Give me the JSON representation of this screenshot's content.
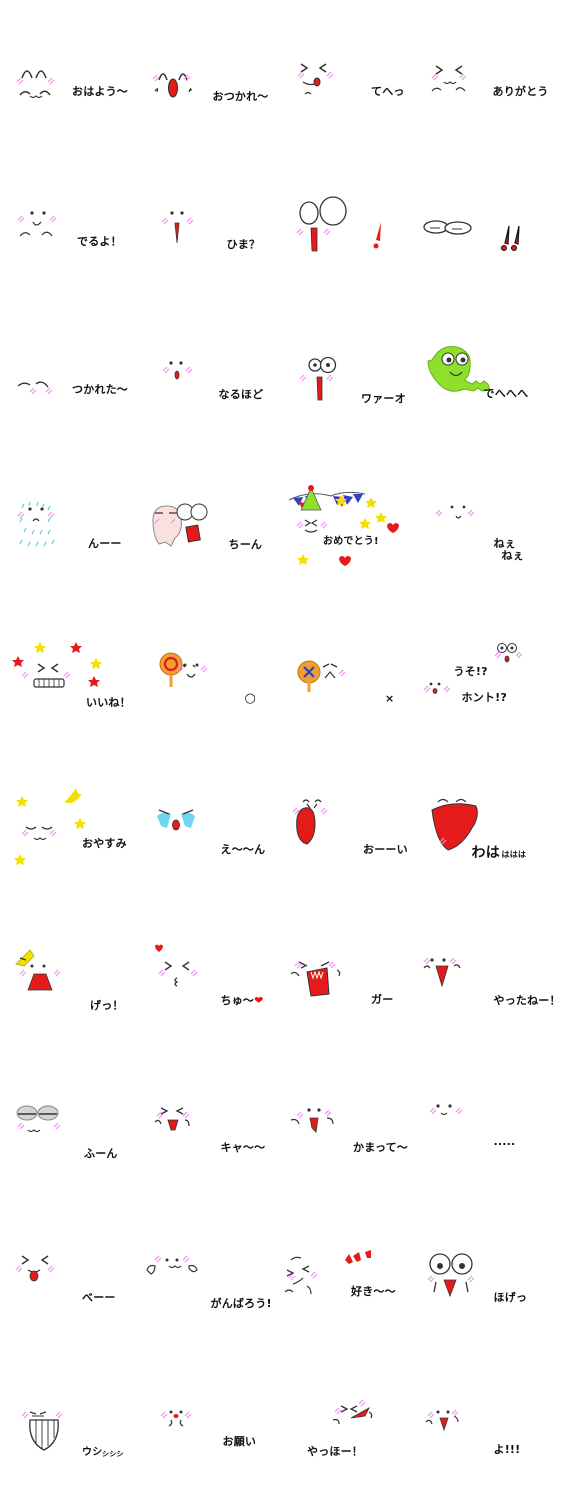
{
  "stickers": [
    {
      "id": 1,
      "caption": "おはよう〜"
    },
    {
      "id": 2,
      "caption": "おつかれ〜"
    },
    {
      "id": 3,
      "caption": "てへっ"
    },
    {
      "id": 4,
      "caption": "ありがとう"
    },
    {
      "id": 5,
      "caption": "でるよ！"
    },
    {
      "id": 6,
      "caption": "ひま？"
    },
    {
      "id": 7,
      "caption": "！"
    },
    {
      "id": 8,
      "caption": "!!"
    },
    {
      "id": 9,
      "caption": "つかれた〜"
    },
    {
      "id": 10,
      "caption": "なるほど"
    },
    {
      "id": 11,
      "caption": "ワァーオ"
    },
    {
      "id": 12,
      "caption": "でへへへ"
    },
    {
      "id": 13,
      "caption": "んーー"
    },
    {
      "id": 14,
      "caption": "ちーん"
    },
    {
      "id": 15,
      "caption": "おめでとう!"
    },
    {
      "id": 16,
      "caption_line1": "ねぇ",
      "caption_line2": "ねぇ"
    },
    {
      "id": 17,
      "caption": "いいね！"
    },
    {
      "id": 18,
      "caption": "○"
    },
    {
      "id": 19,
      "caption": "×"
    },
    {
      "id": 20,
      "caption_line1": "うそ!?",
      "caption_line2": "ホント!?"
    },
    {
      "id": 21,
      "caption": "おやすみ"
    },
    {
      "id": 22,
      "caption": "え〜〜ん"
    },
    {
      "id": 23,
      "caption": "おーーい"
    },
    {
      "id": 24,
      "caption_main": "わは",
      "caption_small": "ははは"
    },
    {
      "id": 25,
      "caption": "げっ！"
    },
    {
      "id": 26,
      "caption": "ちゅ〜",
      "heart": "❤"
    },
    {
      "id": 27,
      "caption": "ガー"
    },
    {
      "id": 28,
      "caption": "やったねー！"
    },
    {
      "id": 29,
      "caption": "ふーん"
    },
    {
      "id": 30,
      "caption": "キャ〜〜"
    },
    {
      "id": 31,
      "caption": "かまって〜"
    },
    {
      "id": 32,
      "caption": "....."
    },
    {
      "id": 33,
      "caption": "べーー"
    },
    {
      "id": 34,
      "caption": "がんばろう!"
    },
    {
      "id": 35,
      "caption": "好き〜〜"
    },
    {
      "id": 36,
      "caption": "ほげっ"
    },
    {
      "id": 37,
      "caption_main": "ウシ",
      "caption_small": "シシシ"
    },
    {
      "id": 38,
      "caption": "お願い"
    },
    {
      "id": 39,
      "caption": "やっほー！"
    },
    {
      "id": 40,
      "caption": "よ!!!"
    }
  ],
  "colors": {
    "blush": "#f08cf0",
    "red": "#e51b1b",
    "green": "#8ee02a",
    "yellow": "#f2e000",
    "orange": "#f0a030"
  }
}
